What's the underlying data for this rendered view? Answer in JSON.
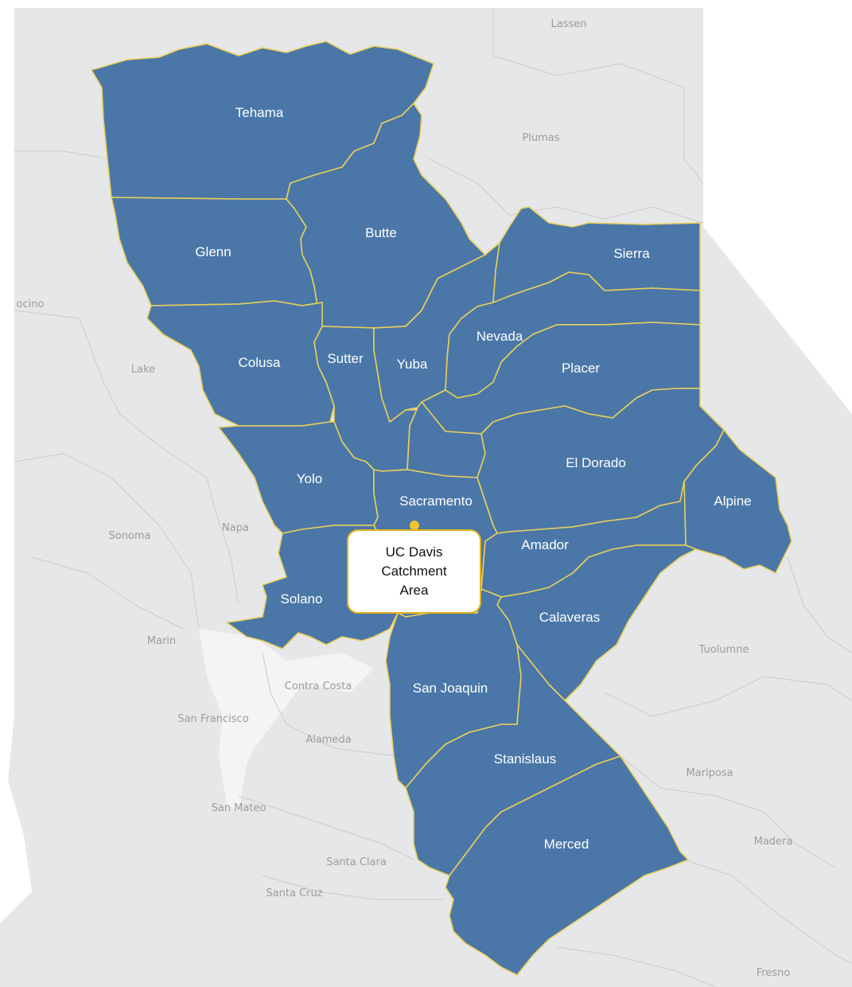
{
  "map": {
    "callout_text": "UC Davis\nCatchment\nArea",
    "marker_color": "#f1c232",
    "county_fill": "#4a77a8",
    "county_border": "#e9cf5a",
    "counties": [
      "Tehama",
      "Glenn",
      "Butte",
      "Colusa",
      "Sutter",
      "Yuba",
      "Nevada",
      "Sierra",
      "Placer",
      "Yolo",
      "Sacramento",
      "El Dorado",
      "Alpine",
      "Amador",
      "Solano",
      "Calaveras",
      "San Joaquin",
      "Stanislaus",
      "Merced"
    ],
    "background_labels": [
      "Lassen",
      "Plumas",
      "ocino",
      "Lake",
      "Sonoma",
      "Napa",
      "Marin",
      "Contra Costa",
      "San Francisco",
      "Alameda",
      "San Mateo",
      "Santa Clara",
      "Santa Cruz",
      "Tuolumne",
      "Mariposa",
      "Madera",
      "Fresno"
    ]
  }
}
